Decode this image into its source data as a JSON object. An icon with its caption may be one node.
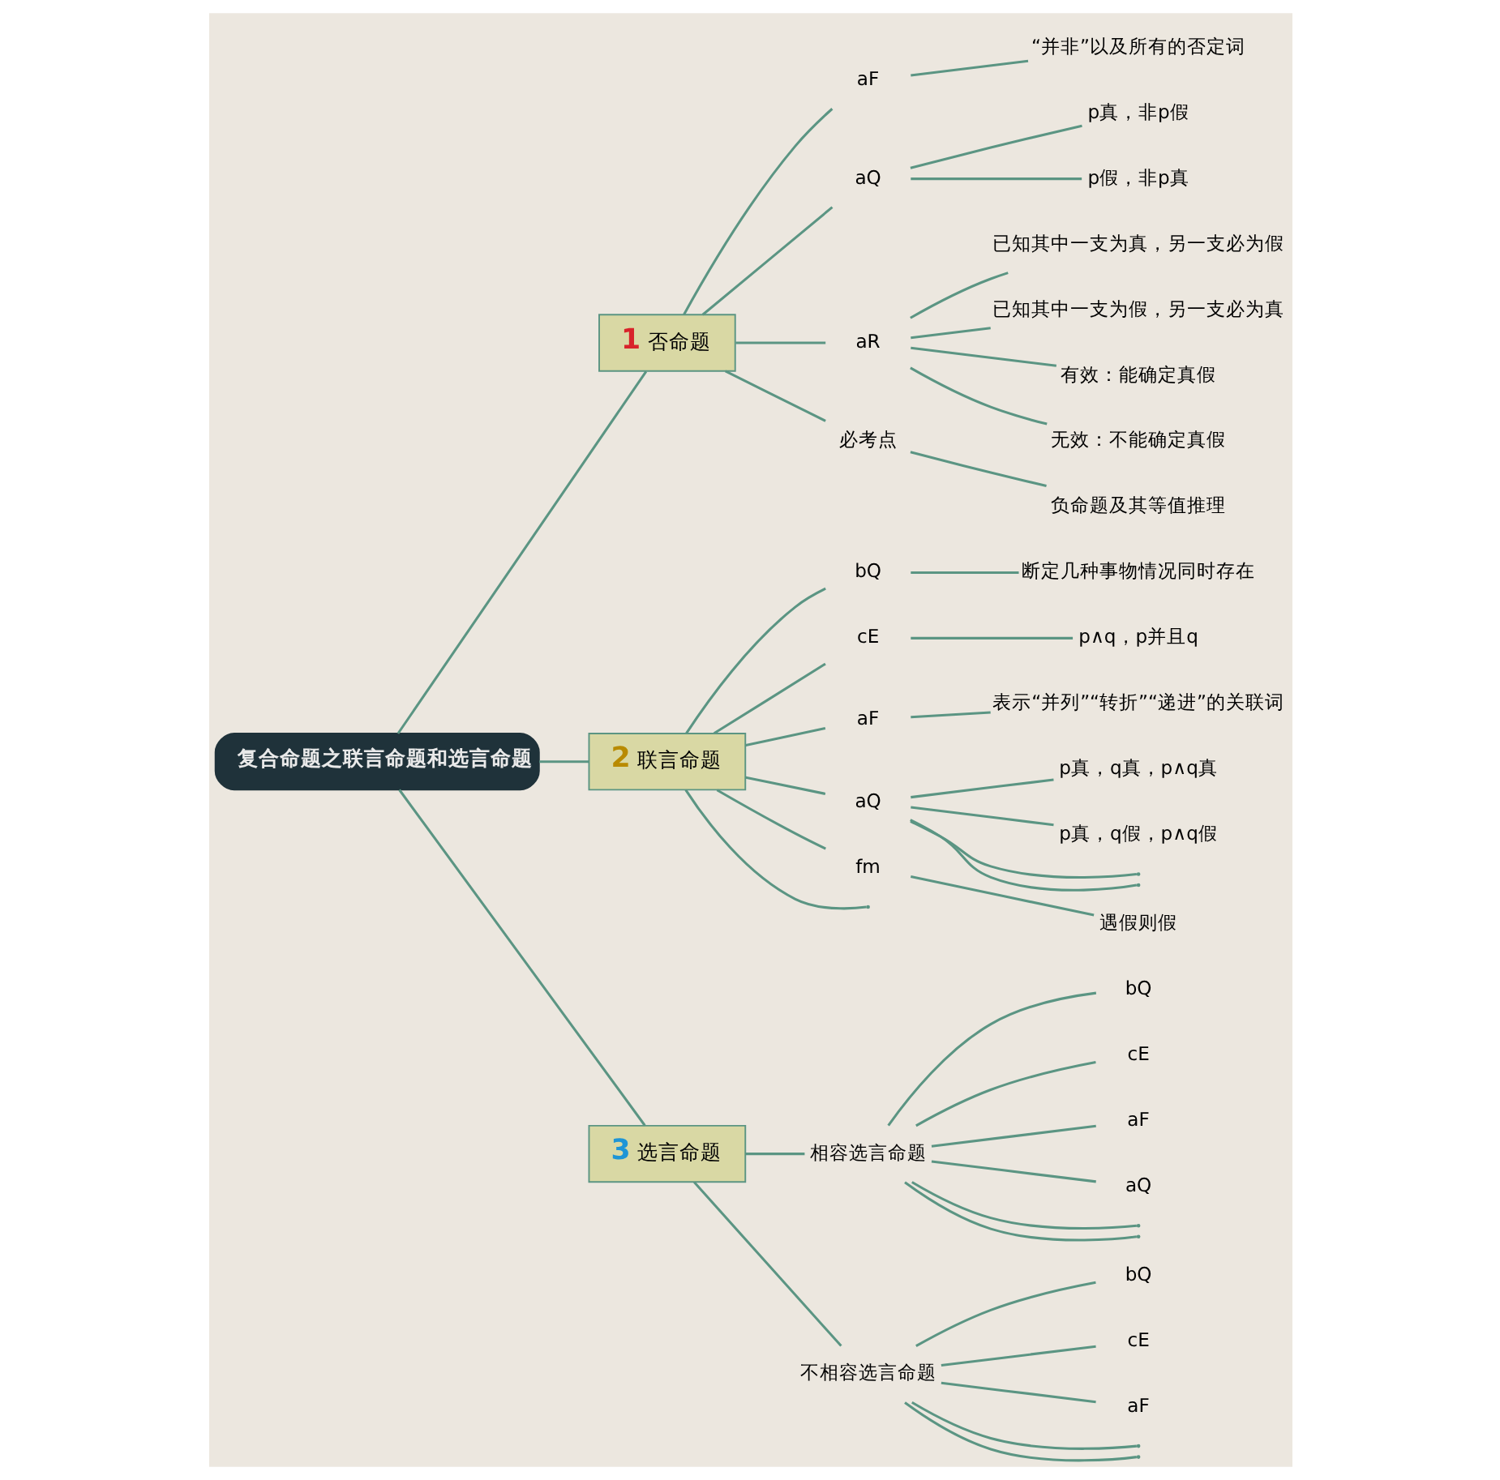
{
  "diagram": {
    "nodes": [
      {
        "text": [
          "复合命题之联言命题和选言命题"
        ]
      },
      {
        "text": [
          "1",
          "否命题"
        ]
      },
      {
        "text": [
          "aF"
        ]
      },
      {
        "text": [
          "“并非”以及所有的否定词"
        ]
      },
      {
        "text": [
          "aQ"
        ]
      },
      {
        "text": [
          "p真，非p假"
        ]
      },
      {
        "text": [
          "p假，非p真"
        ]
      },
      {
        "text": [
          "aR"
        ]
      },
      {
        "text": [
          "已知其中一支为真，另一支必为假"
        ]
      },
      {
        "text": [
          "已知其中一支为假，另一支必为真"
        ]
      },
      {
        "text": [
          "有效：能确定真假"
        ]
      },
      {
        "text": [
          "无效：不能确定真假"
        ]
      },
      {
        "text": [
          "必考点"
        ]
      },
      {
        "text": [
          "负命题及其等值推理"
        ]
      },
      {
        "text": [
          "2",
          "联言命题"
        ]
      },
      {
        "text": [
          "bQ"
        ]
      },
      {
        "text": [
          "断定几种事物情况同时存在"
        ]
      },
      {
        "text": [
          "cE"
        ]
      },
      {
        "text": [
          "p∧q，p并且q"
        ]
      },
      {
        "text": [
          "aF"
        ]
      },
      {
        "text": [
          "表示“并列”“转折”“递进”的关联词"
        ]
      },
      {
        "text": [
          "aQ"
        ]
      },
      {
        "text": [
          "p真，q真，p∧q真"
        ]
      },
      {
        "text": [
          "p真，q假，p∧q假"
        ]
      },
      {
        "text": [],
        "shape": "point"
      },
      {
        "text": [],
        "shape": "point"
      },
      {
        "text": [
          "fm"
        ]
      },
      {
        "text": [
          "遇假则假"
        ]
      },
      {
        "text": [],
        "shape": "point"
      },
      {
        "text": [
          "3",
          "选言命题"
        ]
      },
      {
        "text": [
          "相容选言命题"
        ]
      },
      {
        "text": [
          "bQ"
        ]
      },
      {
        "text": [
          "cE"
        ]
      },
      {
        "text": [
          "aF"
        ]
      },
      {
        "text": [
          "aQ"
        ]
      },
      {
        "text": [],
        "shape": "point"
      },
      {
        "text": [],
        "shape": "point"
      },
      {
        "text": [
          "不相容选言命题"
        ]
      },
      {
        "text": [
          "bQ"
        ]
      },
      {
        "text": [
          "cE"
        ]
      },
      {
        "text": [
          "aF"
        ]
      },
      {
        "text": [],
        "shape": "point"
      },
      {
        "text": [],
        "shape": "point"
      }
    ],
    "edges": [
      {
        "from": 0,
        "to": 1,
        "arrow": "none"
      },
      {
        "from": 1,
        "to": 2,
        "arrow": "none"
      },
      {
        "from": 2,
        "to": 3,
        "arrow": "none"
      },
      {
        "from": 1,
        "to": 4,
        "arrow": "none"
      },
      {
        "from": 4,
        "to": 5,
        "arrow": "none"
      },
      {
        "from": 4,
        "to": 6,
        "arrow": "none"
      },
      {
        "from": 1,
        "to": 7,
        "arrow": "none"
      },
      {
        "from": 7,
        "to": 8,
        "arrow": "none"
      },
      {
        "from": 7,
        "to": 9,
        "arrow": "none"
      },
      {
        "from": 7,
        "to": 10,
        "arrow": "none"
      },
      {
        "from": 7,
        "to": 11,
        "arrow": "none"
      },
      {
        "from": 1,
        "to": 12,
        "arrow": "none"
      },
      {
        "from": 12,
        "to": 13,
        "arrow": "none"
      },
      {
        "from": 0,
        "to": 14,
        "arrow": "none"
      },
      {
        "from": 14,
        "to": 15,
        "arrow": "none"
      },
      {
        "from": 15,
        "to": 16,
        "arrow": "none"
      },
      {
        "from": 14,
        "to": 17,
        "arrow": "none"
      },
      {
        "from": 17,
        "to": 18,
        "arrow": "none"
      },
      {
        "from": 14,
        "to": 19,
        "arrow": "none"
      },
      {
        "from": 19,
        "to": 20,
        "arrow": "none"
      },
      {
        "from": 14,
        "to": 21,
        "arrow": "none"
      },
      {
        "from": 21,
        "to": 22,
        "arrow": "none"
      },
      {
        "from": 21,
        "to": 23,
        "arrow": "none"
      },
      {
        "from": 21,
        "to": 24,
        "arrow": "none"
      },
      {
        "from": 21,
        "to": 25,
        "arrow": "none"
      },
      {
        "from": 14,
        "to": 26,
        "arrow": "none"
      },
      {
        "from": 26,
        "to": 27,
        "arrow": "none"
      },
      {
        "from": 14,
        "to": 28,
        "arrow": "none"
      },
      {
        "from": 0,
        "to": 29,
        "arrow": "none"
      },
      {
        "from": 29,
        "to": 30,
        "arrow": "none"
      },
      {
        "from": 30,
        "to": 31,
        "arrow": "none"
      },
      {
        "from": 30,
        "to": 32,
        "arrow": "none"
      },
      {
        "from": 30,
        "to": 33,
        "arrow": "none"
      },
      {
        "from": 30,
        "to": 34,
        "arrow": "none"
      },
      {
        "from": 30,
        "to": 35,
        "arrow": "none"
      },
      {
        "from": 30,
        "to": 36,
        "arrow": "none"
      },
      {
        "from": 29,
        "to": 37,
        "arrow": "none"
      },
      {
        "from": 37,
        "to": 38,
        "arrow": "none"
      },
      {
        "from": 37,
        "to": 39,
        "arrow": "none"
      },
      {
        "from": 37,
        "to": 40,
        "arrow": "none"
      },
      {
        "from": 37,
        "to": 41,
        "arrow": "none"
      },
      {
        "from": 37,
        "to": 42,
        "arrow": "none"
      }
    ]
  }
}
